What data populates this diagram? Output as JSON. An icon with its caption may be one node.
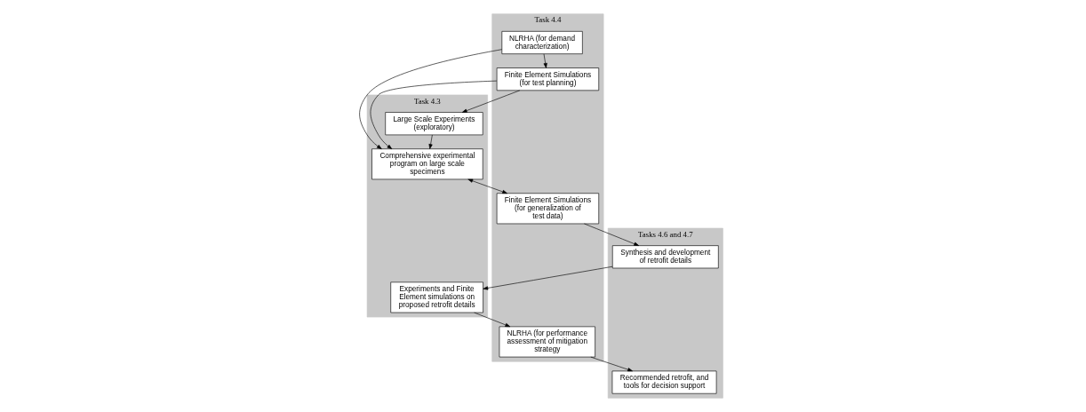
{
  "diagram": {
    "nodes": [
      {
        "text": [
          "Task 4.3"
        ]
      },
      {
        "text": [
          "Large Scale Experiments (exploratory)"
        ],
        "in": 0
      },
      {
        "text": [
          "Comprehensive experimental program on large scale specimens"
        ],
        "in": 0
      },
      {
        "text": [
          "Experiments and Finite Element simulations on proposed retrofit details"
        ],
        "in": 0
      },
      {
        "text": [
          "Task 4.4"
        ]
      },
      {
        "text": [
          "Finite Element Simulations (for test planning)"
        ],
        "in": 4
      },
      {
        "text": [
          "Finite Element Simulations (for generalization of test data)"
        ],
        "in": 4
      },
      {
        "text": [
          "NLRHA (for performance assessment of mitigation strategy"
        ],
        "in": 4
      },
      {
        "text": [
          "NLRHA (for demand characterization)"
        ],
        "in": 4
      },
      {
        "text": [
          "Tasks 4.6 and 4.7"
        ]
      },
      {
        "text": [
          "Synthesis and development of retrofit details"
        ],
        "in": 9
      },
      {
        "text": [
          "Recommended retrofit, and tools for decision support"
        ],
        "in": 9
      }
    ],
    "edges": [
      {
        "from": 8,
        "to": 5,
        "arrow": "to"
      },
      {
        "from": 5,
        "to": 1,
        "arrow": "to"
      },
      {
        "from": 1,
        "to": 2,
        "arrow": "to"
      },
      {
        "from": 5,
        "to": 2,
        "arrow": "to"
      },
      {
        "from": 8,
        "to": 2,
        "arrow": "to"
      },
      {
        "from": 2,
        "to": 6,
        "arrow": "both"
      },
      {
        "from": 6,
        "to": 10,
        "arrow": "to"
      },
      {
        "from": 10,
        "to": 3,
        "arrow": "to"
      },
      {
        "from": 3,
        "to": 7,
        "arrow": "to"
      },
      {
        "from": 7,
        "to": 11,
        "arrow": "to"
      }
    ]
  }
}
